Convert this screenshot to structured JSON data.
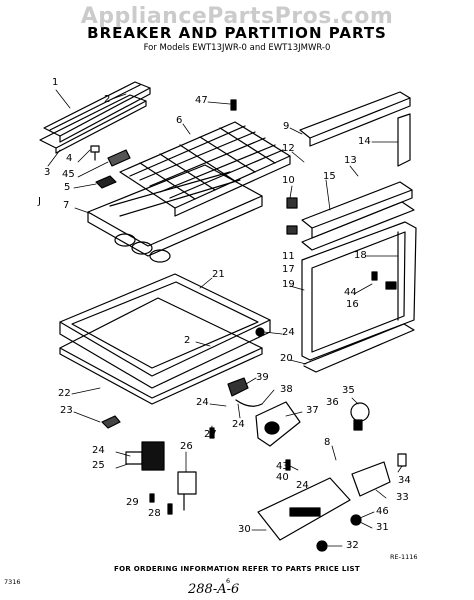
{
  "watermark": "AppliancePartsPros.com",
  "title": "BREAKER AND PARTITION PARTS",
  "subtitle": "For Models EWT13JWR-0 and EWT13JMWR-0",
  "footer": "FOR ORDERING INFORMATION REFER TO PARTS PRICE LIST",
  "page_code_left": "7316",
  "page_number": "6",
  "figure_code": "RE-1116",
  "handwritten_note": "288-A-6",
  "callouts": [
    {
      "id": "1",
      "label": "1"
    },
    {
      "id": "2a",
      "label": "2"
    },
    {
      "id": "3",
      "label": "3"
    },
    {
      "id": "4",
      "label": "4"
    },
    {
      "id": "45",
      "label": "45"
    },
    {
      "id": "5",
      "label": "5"
    },
    {
      "id": "J",
      "label": "J"
    },
    {
      "id": "7",
      "label": "7"
    },
    {
      "id": "47",
      "label": "47"
    },
    {
      "id": "6",
      "label": "6"
    },
    {
      "id": "9",
      "label": "9"
    },
    {
      "id": "14",
      "label": "14"
    },
    {
      "id": "12",
      "label": "12"
    },
    {
      "id": "13",
      "label": "13"
    },
    {
      "id": "10",
      "label": "10"
    },
    {
      "id": "15",
      "label": "15"
    },
    {
      "id": "11",
      "label": "11"
    },
    {
      "id": "17",
      "label": "17"
    },
    {
      "id": "18",
      "label": "18"
    },
    {
      "id": "19",
      "label": "19"
    },
    {
      "id": "44",
      "label": "44"
    },
    {
      "id": "16",
      "label": "16"
    },
    {
      "id": "21",
      "label": "21"
    },
    {
      "id": "2b",
      "label": "2"
    },
    {
      "id": "24a",
      "label": "24"
    },
    {
      "id": "20",
      "label": "20"
    },
    {
      "id": "22",
      "label": "22"
    },
    {
      "id": "23",
      "label": "23"
    },
    {
      "id": "39",
      "label": "39"
    },
    {
      "id": "24b",
      "label": "24"
    },
    {
      "id": "38",
      "label": "38"
    },
    {
      "id": "35",
      "label": "35"
    },
    {
      "id": "36",
      "label": "36"
    },
    {
      "id": "37",
      "label": "37"
    },
    {
      "id": "27",
      "label": "27"
    },
    {
      "id": "24c",
      "label": "24"
    },
    {
      "id": "26",
      "label": "26"
    },
    {
      "id": "24d",
      "label": "24"
    },
    {
      "id": "25",
      "label": "25"
    },
    {
      "id": "43",
      "label": "43"
    },
    {
      "id": "40",
      "label": "40"
    },
    {
      "id": "8",
      "label": "8"
    },
    {
      "id": "24e",
      "label": "24"
    },
    {
      "id": "34",
      "label": "34"
    },
    {
      "id": "33",
      "label": "33"
    },
    {
      "id": "29",
      "label": "29"
    },
    {
      "id": "28",
      "label": "28"
    },
    {
      "id": "46",
      "label": "46"
    },
    {
      "id": "30",
      "label": "30"
    },
    {
      "id": "31",
      "label": "31"
    },
    {
      "id": "32",
      "label": "32"
    }
  ]
}
